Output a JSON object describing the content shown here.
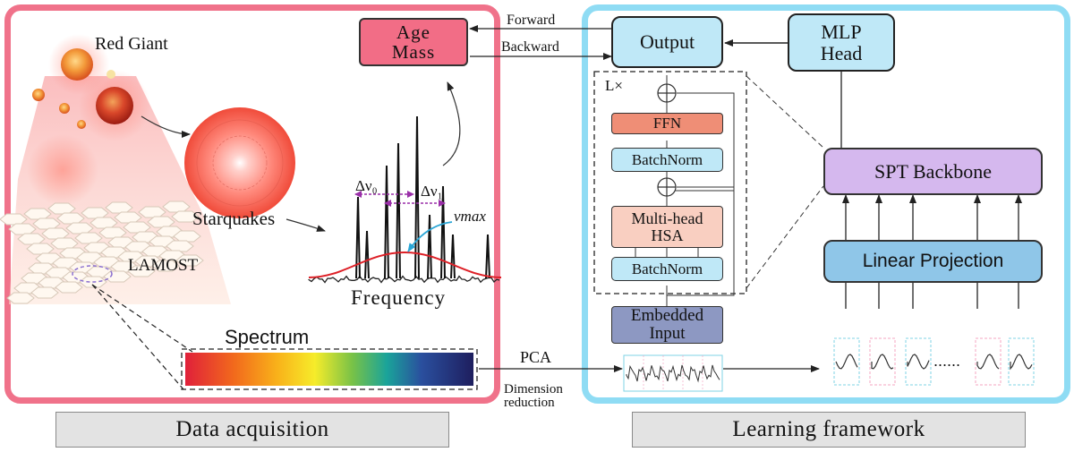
{
  "sections": {
    "left_caption": "Data acquisition",
    "right_caption": "Learning framework"
  },
  "acquisition": {
    "red_giant": "Red Giant",
    "starquakes": "Starquakes",
    "lamost": "LAMOST",
    "spectrum": "Spectrum",
    "frequency": "Frequency",
    "delta_nu0": "Δν₀",
    "delta_nu1": "Δν₁",
    "nu_max": "νmax",
    "target_line1": "Age",
    "target_line2": "Mass"
  },
  "flow": {
    "forward": "Forward",
    "backward": "Backward",
    "pca": "PCA",
    "dim_line1": "Dimension",
    "dim_line2": "reduction",
    "patch_dots": "......"
  },
  "framework": {
    "output": "Output",
    "mlp_line1": "MLP",
    "mlp_line2": "Head",
    "repeat": "L×",
    "ffn": "FFN",
    "batchnorm_top": "BatchNorm",
    "mha_line1": "Multi-head",
    "mha_line2": "HSA",
    "batchnorm_bottom": "BatchNorm",
    "embed_line1": "Embedded",
    "embed_line2": "Input",
    "backbone": "SPT Backbone",
    "linear_projection": "Linear Projection"
  },
  "colors": {
    "left_border": "#f0728a",
    "right_border": "#8fdcf4",
    "target_box": "#f26d86",
    "backbone": "#d5b8ee",
    "projection": "#8fc6e8",
    "ffn": "#ef8e76",
    "attention": "#f9cfc1",
    "embedding": "#8d98c2",
    "blue_box": "#bfe8f7"
  }
}
